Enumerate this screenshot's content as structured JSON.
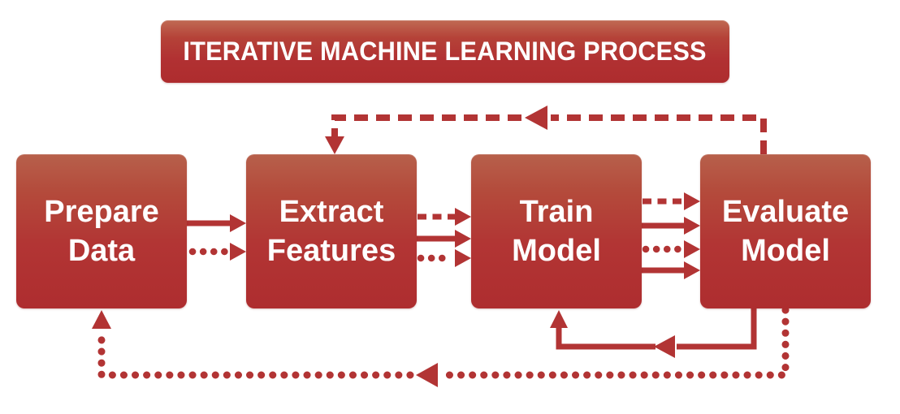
{
  "title": "ITERATIVE MACHINE LEARNING PROCESS",
  "colors": {
    "arrow": "#b23434",
    "box_gradient_top": "#b7604b",
    "box_gradient_bottom": "#ae2d2f",
    "text": "#ffffff",
    "background": "#ffffff"
  },
  "nodes": [
    {
      "id": "prepare-data",
      "line1": "Prepare",
      "line2": "Data"
    },
    {
      "id": "extract-features",
      "line1": "Extract",
      "line2": "Features"
    },
    {
      "id": "train-model",
      "line1": "Train",
      "line2": "Model"
    },
    {
      "id": "evaluate-model",
      "line1": "Evaluate",
      "line2": "Model"
    }
  ],
  "edges": [
    {
      "from": "prepare-data",
      "to": "extract-features",
      "style": "solid",
      "path": "direct"
    },
    {
      "from": "prepare-data",
      "to": "extract-features",
      "style": "dotted",
      "path": "direct"
    },
    {
      "from": "extract-features",
      "to": "train-model",
      "style": "dashed",
      "path": "direct"
    },
    {
      "from": "extract-features",
      "to": "train-model",
      "style": "solid",
      "path": "direct"
    },
    {
      "from": "extract-features",
      "to": "train-model",
      "style": "dotted",
      "path": "direct"
    },
    {
      "from": "train-model",
      "to": "evaluate-model",
      "style": "dashed",
      "path": "direct"
    },
    {
      "from": "train-model",
      "to": "evaluate-model",
      "style": "solid",
      "path": "direct"
    },
    {
      "from": "train-model",
      "to": "evaluate-model",
      "style": "dotted",
      "path": "direct"
    },
    {
      "from": "train-model",
      "to": "evaluate-model",
      "style": "solid",
      "path": "direct"
    },
    {
      "from": "evaluate-model",
      "to": "extract-features",
      "style": "dashed",
      "path": "top-feedback"
    },
    {
      "from": "evaluate-model",
      "to": "train-model",
      "style": "solid",
      "path": "bottom-feedback"
    },
    {
      "from": "evaluate-model",
      "to": "prepare-data",
      "style": "dotted",
      "path": "bottom-feedback"
    }
  ]
}
